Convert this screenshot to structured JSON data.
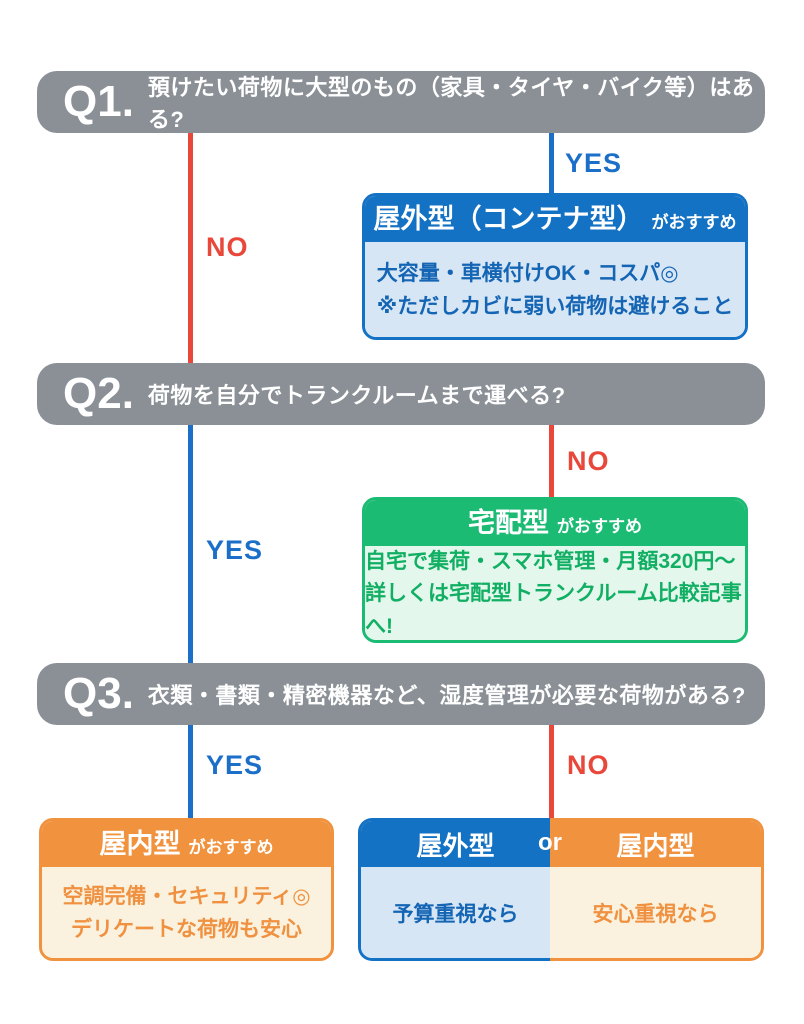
{
  "colors": {
    "question_bar": "#8A9096",
    "yes_blue": "#1B6FC9",
    "no_red": "#E8473A",
    "outdoor_blue": "#1472C4",
    "outdoor_body": "#D7E6F4",
    "delivery_green": "#1CBB74",
    "delivery_body": "#E3F7EC",
    "indoor_orange": "#F0923E",
    "indoor_body": "#FAF2DE"
  },
  "questions": [
    {
      "id": "Q1.",
      "text": "預けたい荷物に大型のもの（家具・タイヤ・バイク等）はある?"
    },
    {
      "id": "Q2.",
      "text": "荷物を自分でトランクルームまで運べる?"
    },
    {
      "id": "Q3.",
      "text": "衣類・書類・精密機器など、湿度管理が必要な荷物がある?"
    }
  ],
  "branches": {
    "q1_yes": "YES",
    "q1_no": "NO",
    "q2_yes": "YES",
    "q2_no": "NO",
    "q3_yes": "YES",
    "q3_no": "NO"
  },
  "results": {
    "outdoor": {
      "title": "屋外型（コンテナ型）",
      "suffix": "がおすすめ",
      "lines": [
        "大容量・車横付けOK・コスパ◎",
        "※ただしカビに弱い荷物は避けること"
      ]
    },
    "delivery": {
      "title": "宅配型",
      "suffix": "がおすすめ",
      "lines": [
        "自宅で集荷・スマホ管理・月額320円〜",
        "詳しくは宅配型トランクルーム比較記事へ!"
      ]
    },
    "indoor": {
      "title": "屋内型",
      "suffix": "がおすすめ",
      "lines": [
        "空調完備・セキュリティ◎",
        "デリケートな荷物も安心"
      ]
    },
    "split": {
      "or": "or",
      "left": {
        "title": "屋外型",
        "line": "予算重視なら"
      },
      "right": {
        "title": "屋内型",
        "line": "安心重視なら"
      }
    }
  }
}
